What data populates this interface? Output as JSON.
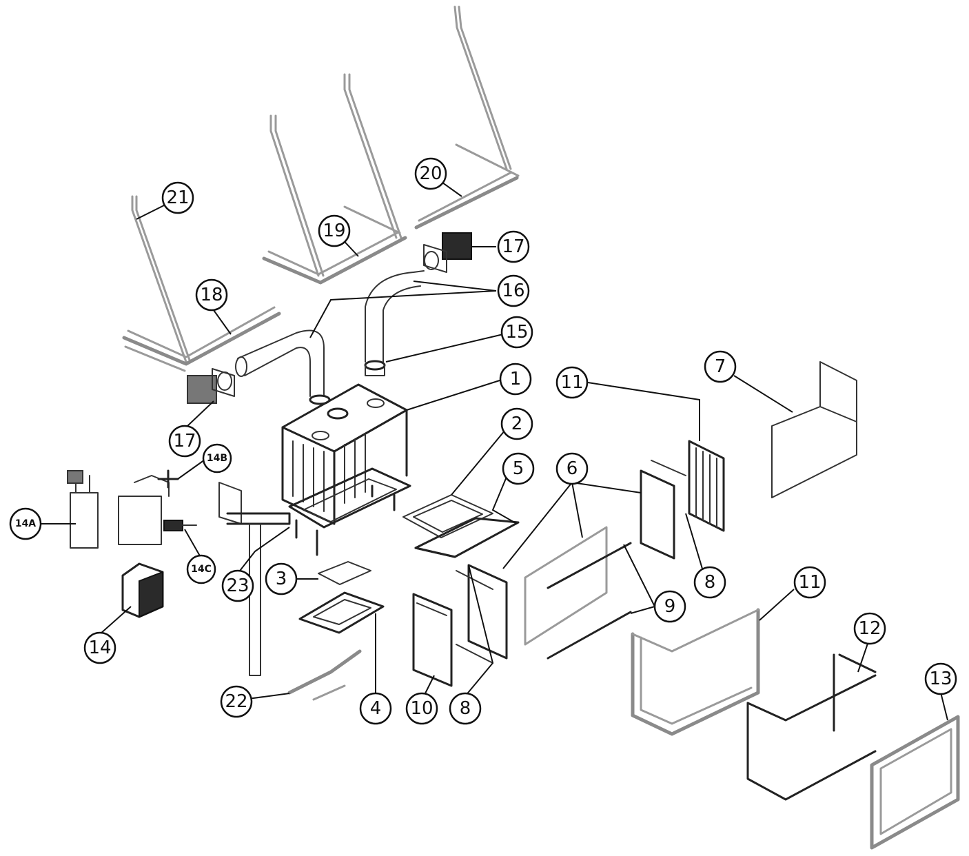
{
  "diagram": {
    "callouts": [
      {
        "id": "c1",
        "label": "1"
      },
      {
        "id": "c2",
        "label": "2"
      },
      {
        "id": "c3",
        "label": "3"
      },
      {
        "id": "c4",
        "label": "4"
      },
      {
        "id": "c5",
        "label": "5"
      },
      {
        "id": "c6",
        "label": "6"
      },
      {
        "id": "c7",
        "label": "7"
      },
      {
        "id": "c8a",
        "label": "8"
      },
      {
        "id": "c8b",
        "label": "8"
      },
      {
        "id": "c9",
        "label": "9"
      },
      {
        "id": "c10",
        "label": "10"
      },
      {
        "id": "c11a",
        "label": "11"
      },
      {
        "id": "c11b",
        "label": "11"
      },
      {
        "id": "c12",
        "label": "12"
      },
      {
        "id": "c13",
        "label": "13"
      },
      {
        "id": "c14",
        "label": "14"
      },
      {
        "id": "c14a",
        "label": "14A"
      },
      {
        "id": "c14b",
        "label": "14B"
      },
      {
        "id": "c14c",
        "label": "14C"
      },
      {
        "id": "c15",
        "label": "15"
      },
      {
        "id": "c16",
        "label": "16"
      },
      {
        "id": "c17a",
        "label": "17"
      },
      {
        "id": "c17b",
        "label": "17"
      },
      {
        "id": "c18",
        "label": "18"
      },
      {
        "id": "c19",
        "label": "19"
      },
      {
        "id": "c20",
        "label": "20"
      },
      {
        "id": "c21",
        "label": "21"
      },
      {
        "id": "c22",
        "label": "22"
      },
      {
        "id": "c23",
        "label": "23"
      }
    ]
  }
}
